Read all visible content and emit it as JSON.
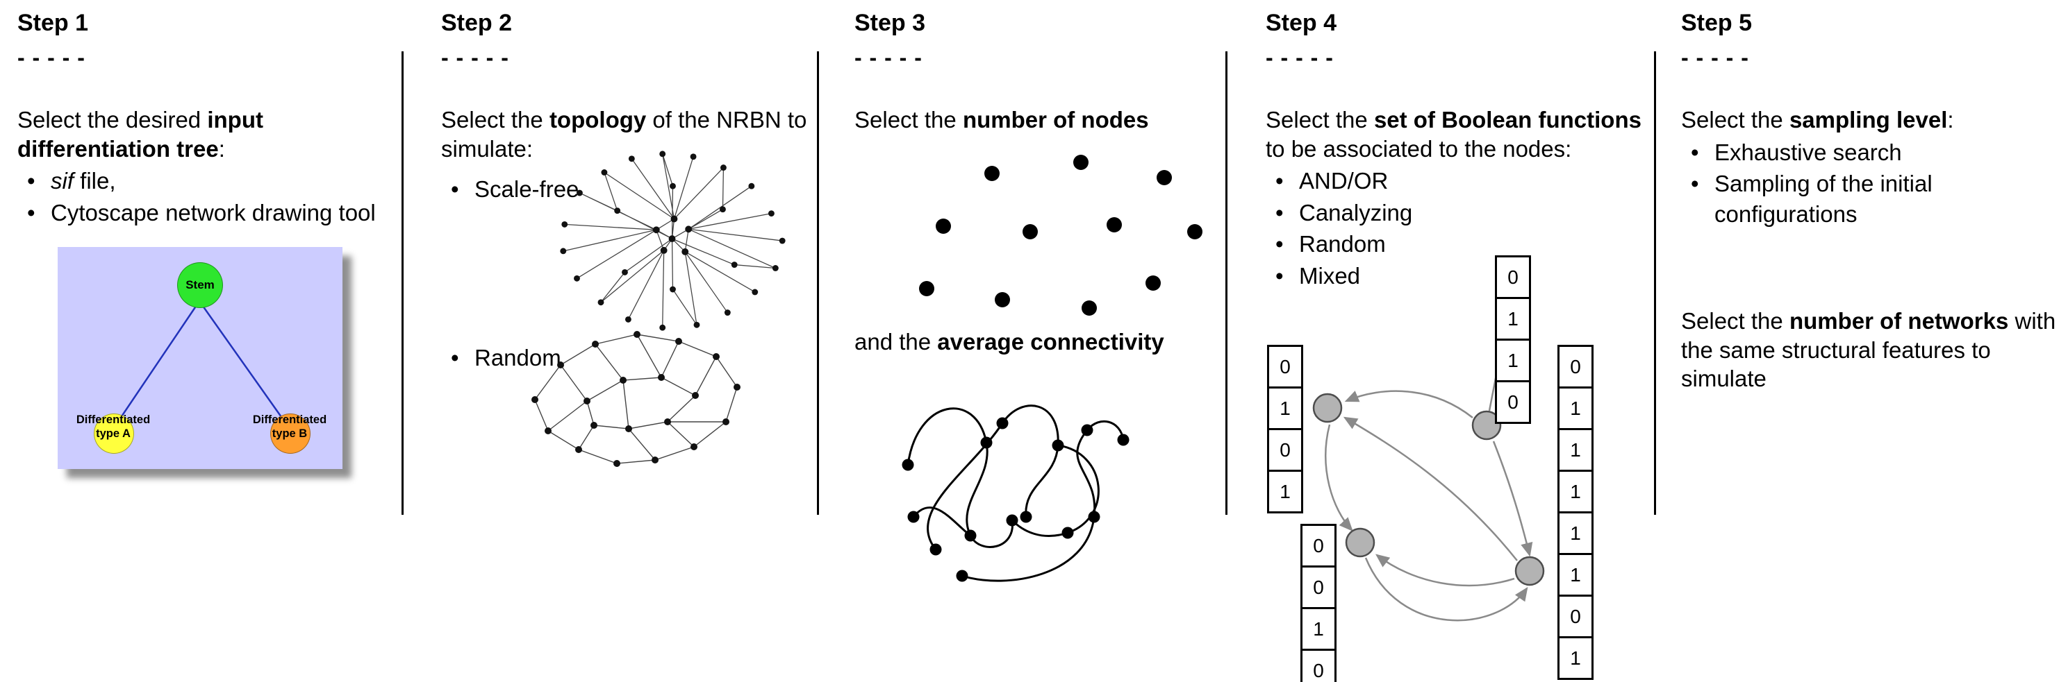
{
  "step1": {
    "title": "Step 1",
    "dashes": "- - - - -",
    "intro": {
      "pre": "Select the desired ",
      "bold": "input differentiation tree",
      "post": ":"
    },
    "bullets": {
      "b1_italic": "sif",
      "b1_rest": " file,",
      "b2": "Cytoscape network drawing tool"
    },
    "tree": {
      "stem": "Stem",
      "type_a_line1": "Differentiated",
      "type_a_line2": "type A",
      "type_b_line1": "Differentiated",
      "type_b_line2": "type B",
      "colors": {
        "background": "#ccccff",
        "stem": "#2ee62e",
        "type_a": "#ffff3d",
        "type_b": "#ff9e2e",
        "edge": "#2233bb"
      }
    }
  },
  "step2": {
    "title": "Step 2",
    "dashes": "- - - - -",
    "intro": {
      "pre": "Select the ",
      "bold": "topology",
      "post": " of the NRBN to simulate:"
    },
    "bullets": {
      "b1": "Scale-free",
      "b2": "Random"
    }
  },
  "step3": {
    "title": "Step 3",
    "dashes": "- - - - -",
    "line1": {
      "pre": "Select the ",
      "bold": "number of nodes"
    },
    "line2": {
      "pre": "and the ",
      "bold": "average connectivity"
    }
  },
  "step4": {
    "title": "Step 4",
    "dashes": "- - - - -",
    "intro": {
      "pre": "Select the ",
      "bold": "set of Boolean functions",
      "post": " to be associated to the nodes:"
    },
    "bullets": [
      "AND/OR",
      "Canalyzing",
      "Random",
      "Mixed"
    ],
    "truth_tables": {
      "top": [
        "0",
        "1",
        "1",
        "0"
      ],
      "left": [
        "0",
        "1",
        "0",
        "1"
      ],
      "bottom": [
        "0",
        "0",
        "1",
        "0"
      ],
      "right": [
        "0",
        "1",
        "1",
        "1",
        "1",
        "1",
        "0",
        "1"
      ]
    },
    "colors": {
      "node": "#b3b3b3",
      "arrow": "#8a8a8a"
    }
  },
  "step5": {
    "title": "Step 5",
    "dashes": "- - - - -",
    "intro": {
      "pre": "Select the ",
      "bold": "sampling level",
      "post": ":"
    },
    "bullets": [
      "Exhaustive search",
      "Sampling of the initial configurations"
    ],
    "networks": {
      "pre": "Select the ",
      "bold": "number of networks",
      "post": " with the same structural features to simulate"
    }
  }
}
